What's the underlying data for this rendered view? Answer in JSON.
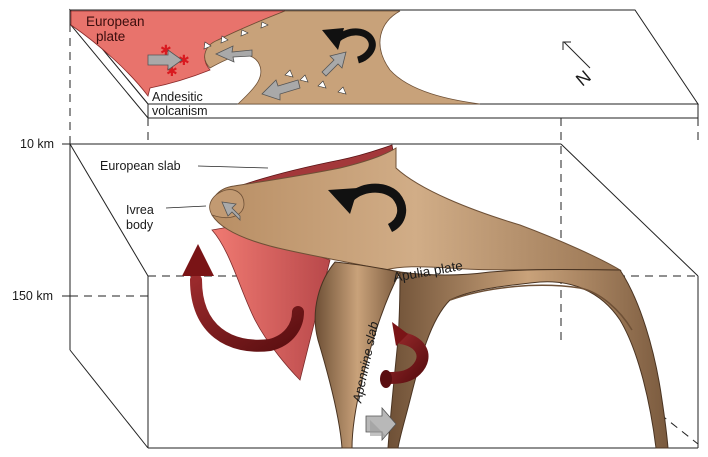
{
  "labels": {
    "european_plate_line1": "European",
    "european_plate_line2": "plate",
    "andesitic_line1": "Andesitic",
    "andesitic_line2": "volcanism",
    "north": "N",
    "depth_10": "10 km",
    "depth_150": "150 km",
    "european_slab": "European slab",
    "ivrea_line1": "Ivrea",
    "ivrea_line2": "body",
    "apulia_plate": "Apulia plate",
    "apennine_slab": "Apennine slab"
  },
  "colors": {
    "apulia_tan": "#c8a27a",
    "tan_dark": "#8a6a48",
    "european_pink": "#e8736c",
    "slab_red": "#a3383a",
    "mantle_arrow": "#7a1416",
    "grey_arrow": "#a9a9a9",
    "black_arrow": "#111111"
  }
}
